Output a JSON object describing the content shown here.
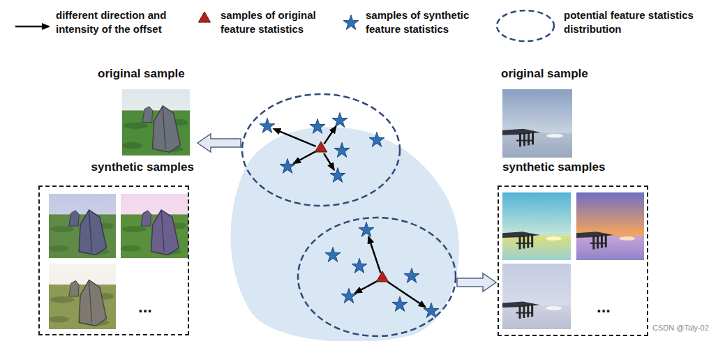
{
  "diagram": {
    "nodes": [
      {
        "text": [
          "original sample"
        ]
      },
      {
        "text": [
          "synthetic samples",
          "..."
        ]
      },
      {
        "text": [
          "original sample"
        ]
      },
      {
        "text": [
          "synthetic samples",
          "..."
        ]
      }
    ],
    "labels": [
      "CSDN @Taly-02"
    ],
    "legend": [
      {
        "text": "different direction and intensity of the offset"
      },
      {
        "text": "samples of original feature statistics"
      },
      {
        "text": "samples of synthetic feature statistics"
      },
      {
        "text": "potential feature statistics distribution"
      }
    ]
  }
}
